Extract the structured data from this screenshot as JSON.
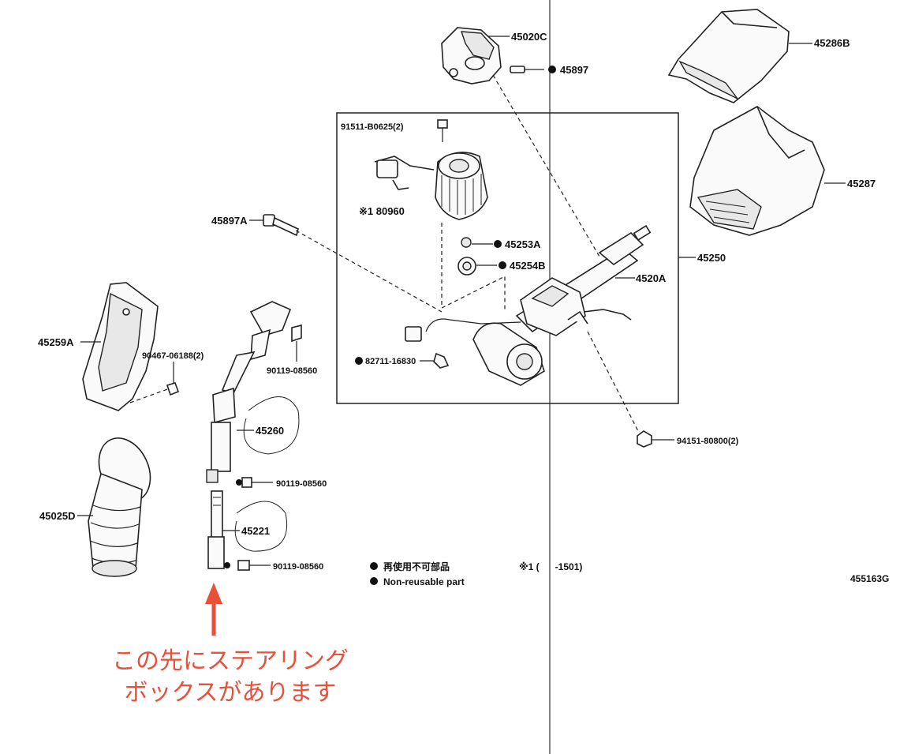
{
  "labels": {
    "p45020C": "45020C",
    "p45897": "45897",
    "p45286B": "45286B",
    "p91511": "91511-B0625(2)",
    "p80960": "※1 80960",
    "p45897A": "45897A",
    "p45253A": "45253A",
    "p45254B": "45254B",
    "p4520A": "4520A",
    "p45250": "45250",
    "p45287": "45287",
    "p45259A": "45259A",
    "p90467": "90467-06188(2)",
    "p90119a": "90119-08560",
    "p82711": "82711-16830",
    "p45260": "45260",
    "p94151": "94151-80800(2)",
    "p90119b": "90119-08560",
    "p45025D": "45025D",
    "p45221": "45221",
    "p90119c": "90119-08560"
  },
  "legend": {
    "jp": "再使用不可部品",
    "en": "Non-reusable part",
    "note1": "※1 (      -1501)",
    "code": "455163G"
  },
  "annotation": {
    "line1": "この先にステアリング",
    "line2": "ボックスがあります"
  },
  "colors": {
    "annotation": "#e8503a",
    "ink": "#222222"
  }
}
